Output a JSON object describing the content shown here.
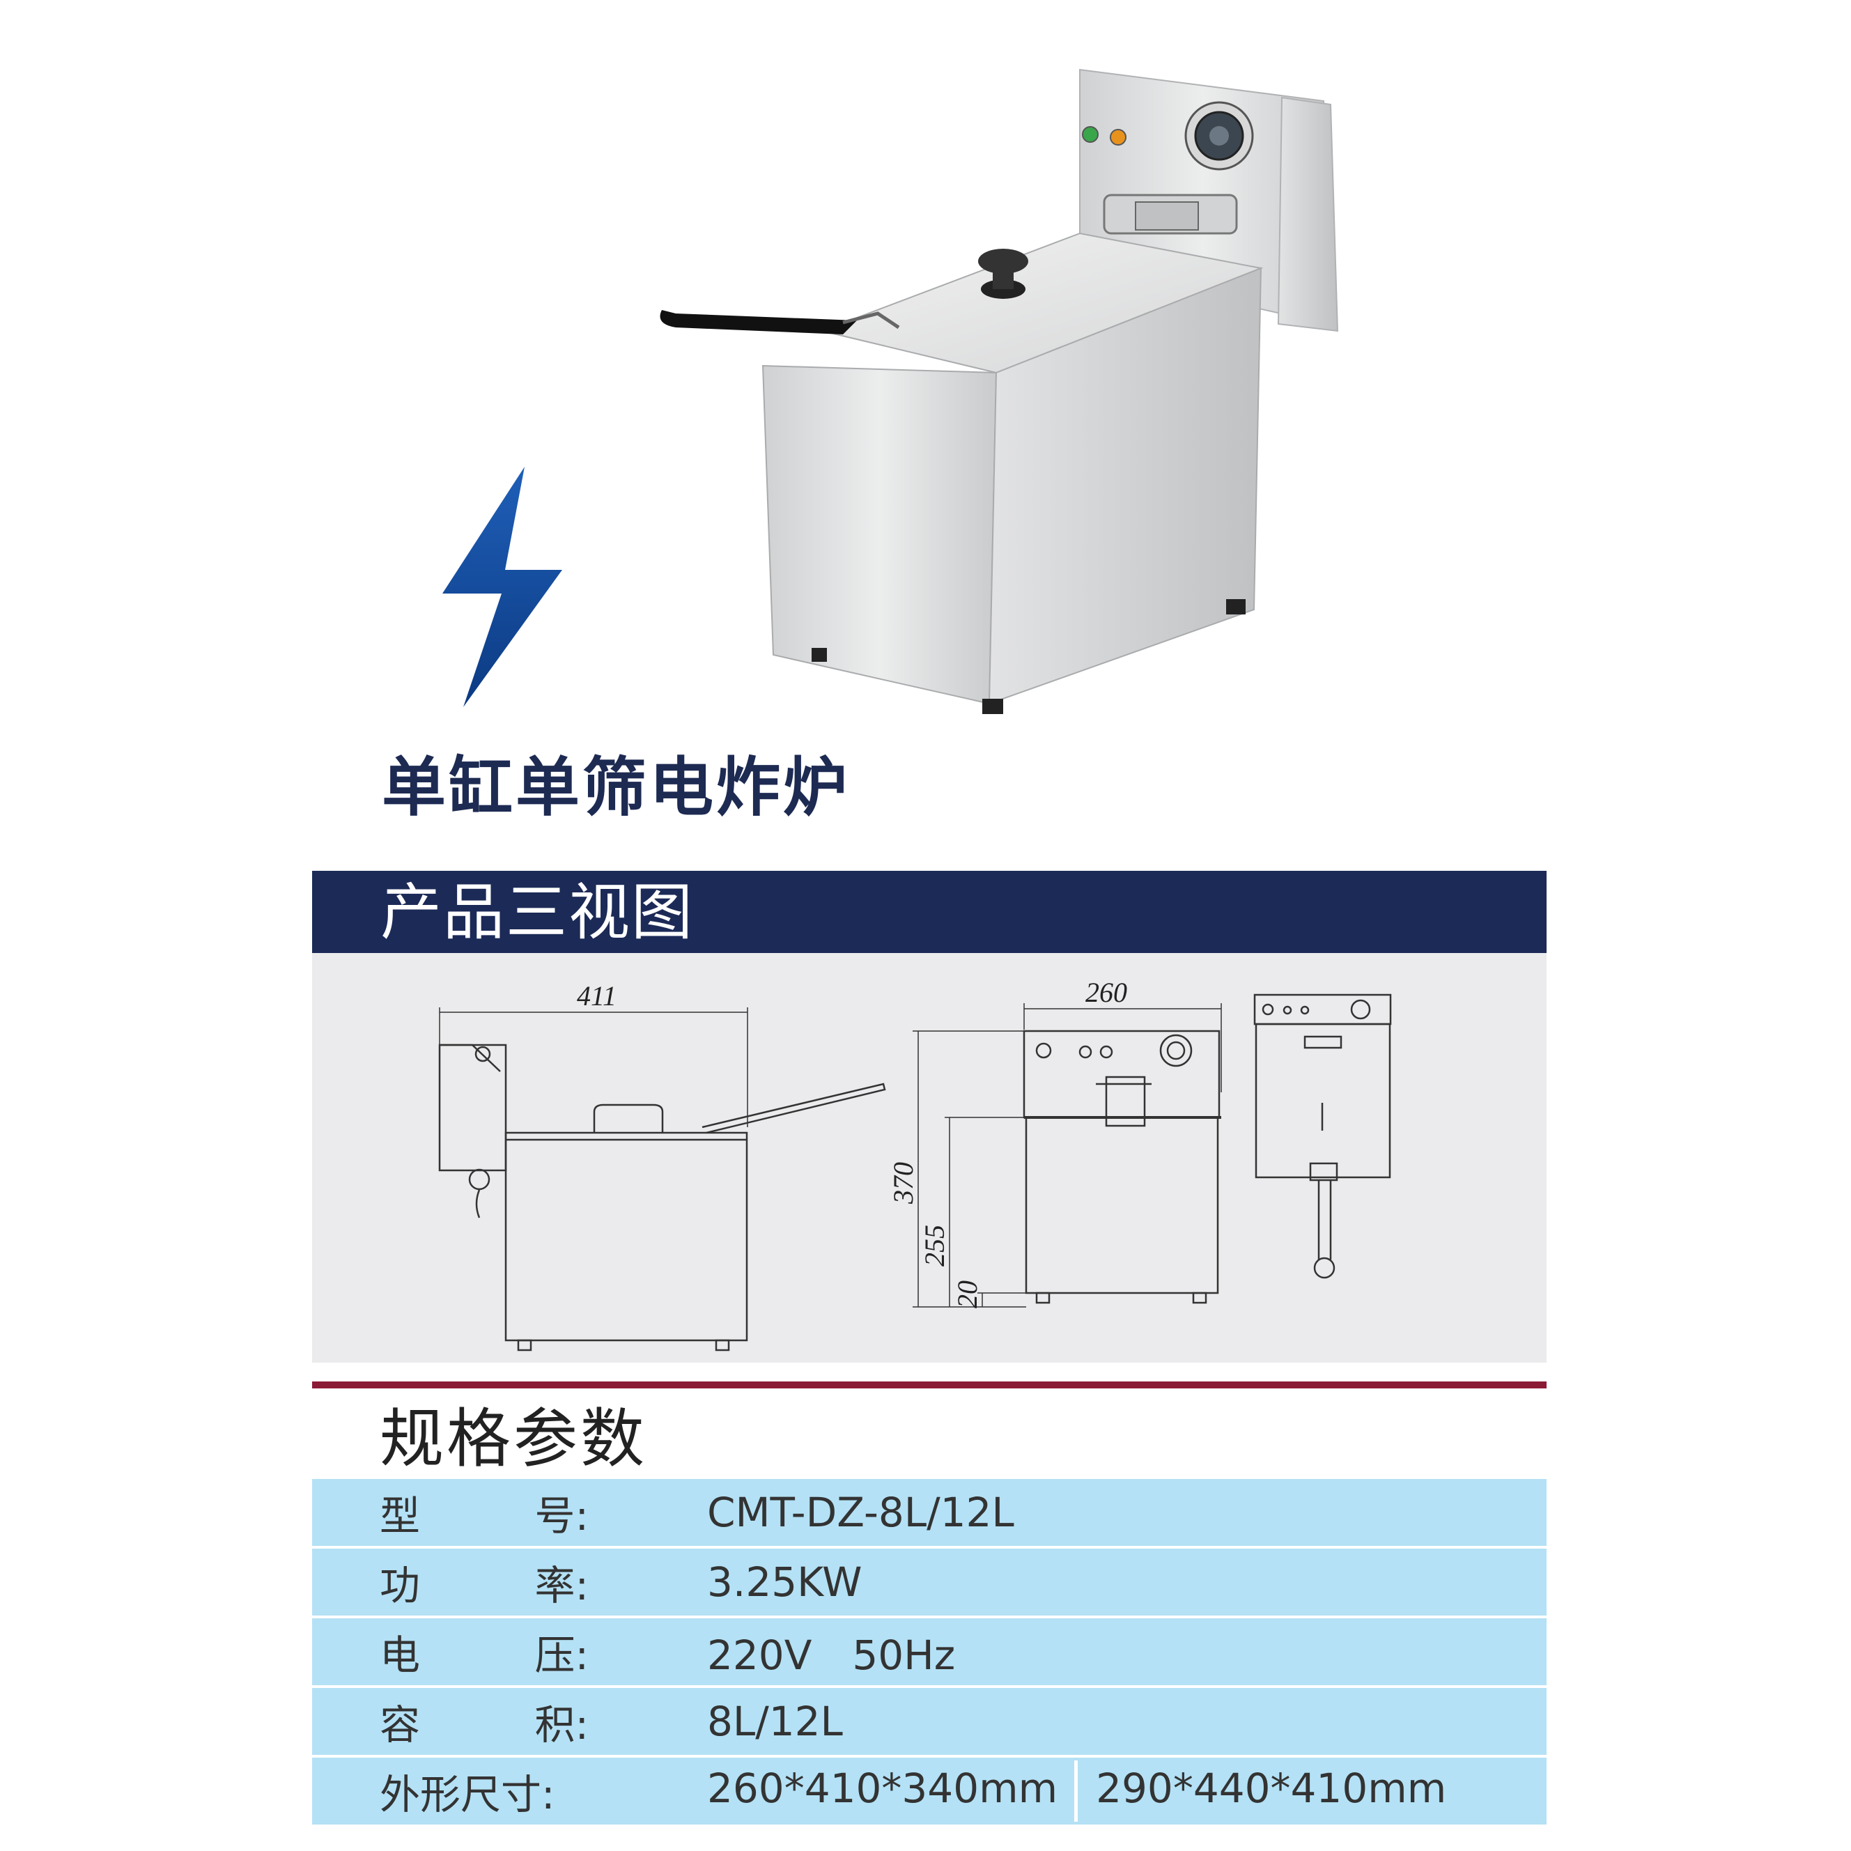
{
  "product": {
    "title": "单缸单筛电炸炉"
  },
  "views": {
    "header": "产品三视图",
    "side_width_label": "411",
    "front_width_label": "260",
    "front_height_total": "370",
    "front_height_body": "255",
    "front_height_feet": "20"
  },
  "specs": {
    "title": "规格参数",
    "rows": [
      {
        "label_a": "型",
        "label_b": "号:",
        "value": "CMT-DZ-8L/12L"
      },
      {
        "label_a": "功",
        "label_b": "率:",
        "value": "3.25KW"
      },
      {
        "label_a": "电",
        "label_b": "压:",
        "value": "220V　50Hz"
      },
      {
        "label_a": "容",
        "label_b": "积:",
        "value": "8L/12L"
      },
      {
        "label_a": "外形尺寸:",
        "label_b": "",
        "value": "260*410*340mm",
        "value2": "290*440*410mm"
      }
    ]
  },
  "colors": {
    "navy": "#1c2a57",
    "maroon": "#8b1a35",
    "table_blue": "#b4e1f5",
    "panel_gray": "#ebebed"
  }
}
